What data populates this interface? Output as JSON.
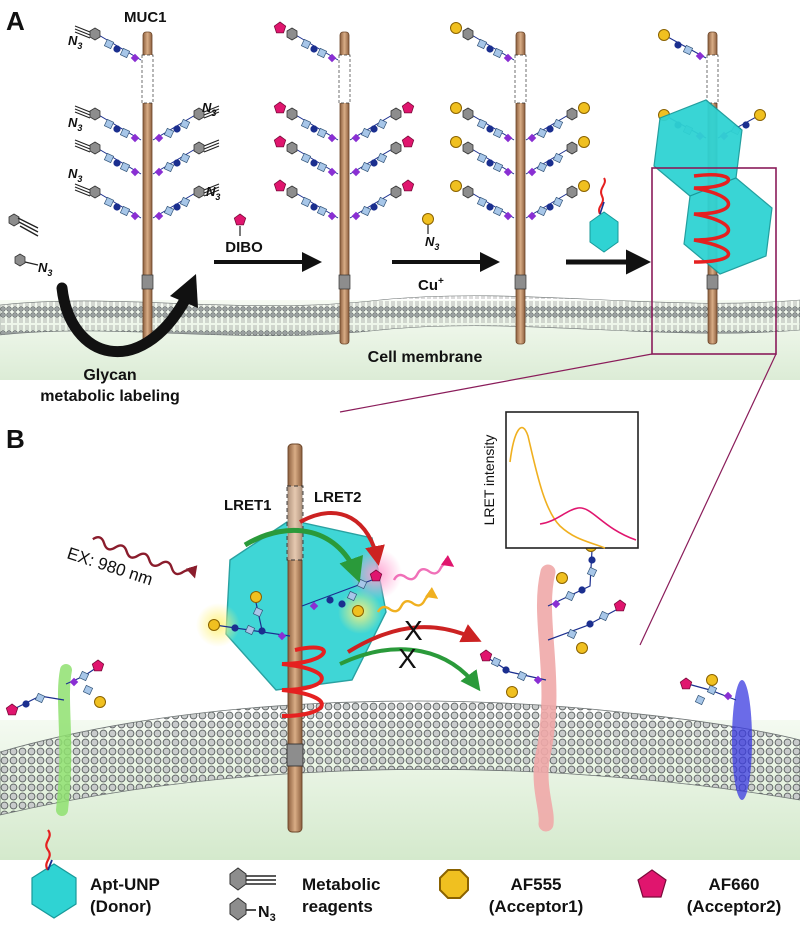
{
  "panel_a": {
    "label": "A",
    "protein_label": "MUC1",
    "azide_label": "N",
    "azide_sub": "3",
    "step1_reagent": "DIBO",
    "step2_reagent": "Cu",
    "step2_sup": "+",
    "membrane_label": "Cell membrane",
    "glycan_line1": "Glycan",
    "glycan_line2": "metabolic labeling"
  },
  "panel_b": {
    "label": "B",
    "lret1": "LRET1",
    "lret2": "LRET2",
    "excitation": "EX: 980 nm",
    "spectrum_ylabel": "LRET intensity",
    "blocked_mark": "X"
  },
  "legend": {
    "apt_unp_line1": "Apt-UNP",
    "apt_unp_line2": "(Donor)",
    "metabolic_line1": "Metabolic",
    "metabolic_line2": "reagents",
    "af555_line1": "AF555",
    "af555_line2": "(Acceptor1)",
    "af660_line1": "AF660",
    "af660_line2": "(Acceptor2)"
  },
  "colors": {
    "protein": "#c89a74",
    "unp": "#2fd3d3",
    "af555": "#f0c020",
    "af660": "#e0156e",
    "arrow_red": "#cc2222",
    "arrow_green": "#2a9a3a",
    "aptamer": "#e52020"
  }
}
